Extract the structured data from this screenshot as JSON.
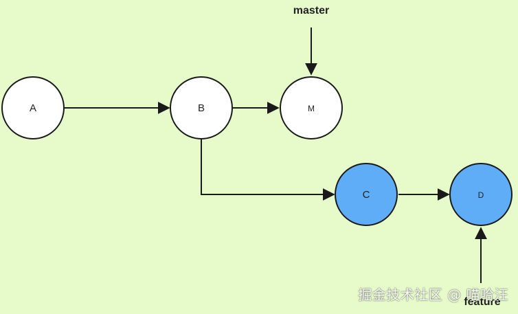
{
  "colors": {
    "background": "#e6fbc9",
    "node_default_fill": "#ffffff",
    "node_feature_fill": "#5fadf7",
    "stroke": "#1a1a1a"
  },
  "nodes": {
    "a": {
      "label": "A"
    },
    "b": {
      "label": "B"
    },
    "m": {
      "label": "M"
    },
    "c": {
      "label": "C"
    },
    "d": {
      "label": "D"
    }
  },
  "branches": {
    "master": {
      "label": "master"
    },
    "feature": {
      "label": "feature"
    }
  },
  "watermark": {
    "text": "掘金技术社区 @ 喵哈汪"
  }
}
